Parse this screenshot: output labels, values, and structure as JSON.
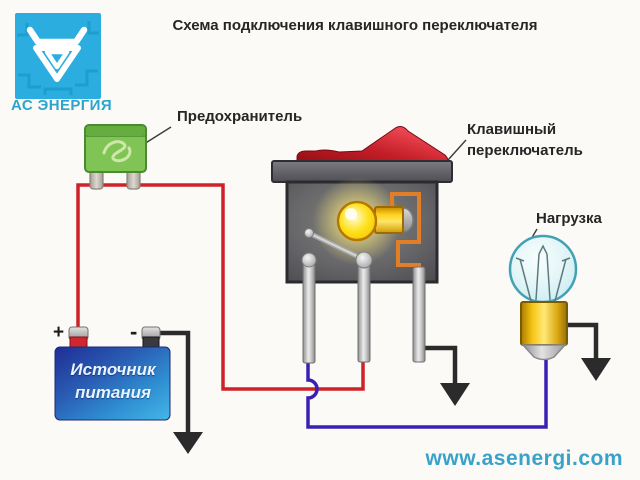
{
  "title": "Схема подключения клавишного переключателя",
  "logo": {
    "brand_name": "АС ЭНЕРГИЯ"
  },
  "callouts": {
    "fuse": "Предохранитель",
    "switch_line1": "Клавишный",
    "switch_line2": "переключатель",
    "load": "Нагрузка"
  },
  "battery": {
    "label_line1": "Источник",
    "label_line2": "питания",
    "plus": "+",
    "minus": "-"
  },
  "footer": {
    "website": "www.asenergi.com"
  },
  "colors": {
    "accent_cyan": "#2bade0",
    "logo_text_cyan": "#2aa5cf",
    "website_cyan": "#38a2c8",
    "wire_red": "#cf2128",
    "wire_black": "#2b2b2b",
    "wire_blue": "#3a1fb3",
    "wire_orange": "#e07f28",
    "fuse_green": "#7fc454",
    "rocker_red": "#d7323c",
    "switch_gray": "#5a5a5e",
    "battery_blue_dark": "#1f2d95",
    "battery_blue_light": "#45b6e8",
    "lamp_yellow": "#ffd21e",
    "bulb_glass_cyan": "#d4eff3",
    "bulb_base_yellow": "#f7c513"
  }
}
